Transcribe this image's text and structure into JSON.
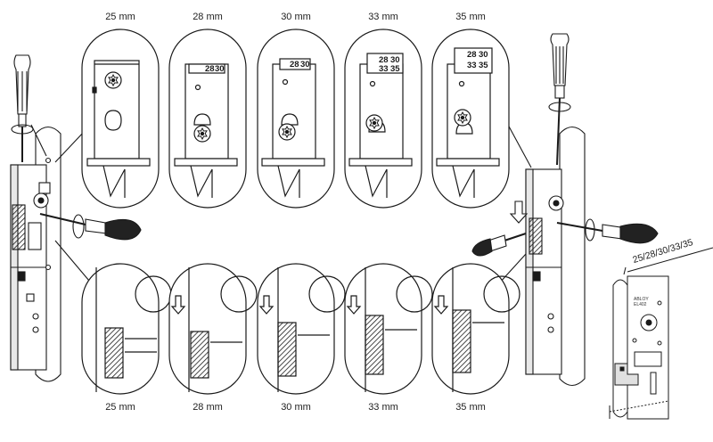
{
  "top_labels": [
    "25 mm",
    "28 mm",
    "30 mm",
    "33 mm",
    "35 mm"
  ],
  "bottom_labels": [
    "25 mm",
    "28 mm",
    "30 mm",
    "33 mm",
    "35 mm"
  ],
  "scale_marks": {
    "p2": [
      "28",
      "30"
    ],
    "p3": [
      "28",
      "30"
    ],
    "p4": [
      "28",
      "30",
      "33",
      "35"
    ],
    "p5": [
      "28",
      "30",
      "33",
      "35"
    ]
  },
  "dimension_label": "25/28/30/33/35",
  "brand_lines": [
    "ABLOY",
    "EL402"
  ],
  "colors": {
    "line": "#1a1a1a",
    "fill": "#ffffff",
    "dark": "#222222"
  }
}
